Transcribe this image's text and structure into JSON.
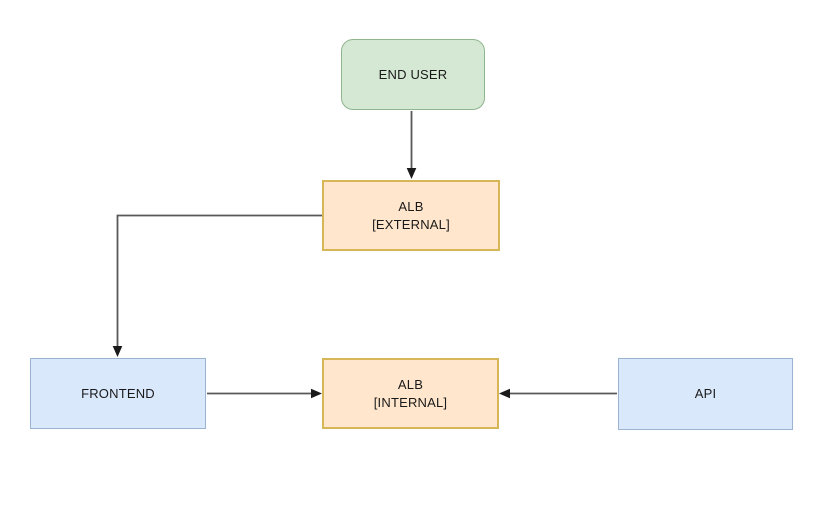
{
  "diagram": {
    "background_color": "#ffffff",
    "text_color": "#1a1a1a",
    "edge_color": "#595959",
    "arrowhead_color": "#1a1a1a",
    "nodes": {
      "end_user": {
        "label": "END USER",
        "shape": "rounded-rectangle",
        "fill": "#d5e8d4",
        "stroke": "#8fb58d"
      },
      "alb_external": {
        "label_line1": "ALB",
        "label_line2": "[EXTERNAL]",
        "shape": "rectangle",
        "fill": "#ffe6cc",
        "stroke": "#d6b656"
      },
      "frontend": {
        "label": "FRONTEND",
        "shape": "rectangle",
        "fill": "#dae8fc",
        "stroke": "#9cb3d2"
      },
      "alb_internal": {
        "label_line1": "ALB",
        "label_line2": "[INTERNAL]",
        "shape": "rectangle",
        "fill": "#ffe6cc",
        "stroke": "#d6b656"
      },
      "api": {
        "label": "API",
        "shape": "rectangle",
        "fill": "#dae8fc",
        "stroke": "#9cb3d2"
      }
    },
    "edges": [
      {
        "from": "END USER",
        "to": "ALB [EXTERNAL]",
        "type": "arrow-down"
      },
      {
        "from": "ALB [EXTERNAL]",
        "to": "FRONTEND",
        "type": "elbow-arrow-left-down"
      },
      {
        "from": "FRONTEND",
        "to": "ALB [INTERNAL]",
        "type": "arrow-right"
      },
      {
        "from": "API",
        "to": "ALB [INTERNAL]",
        "type": "arrow-left"
      }
    ]
  }
}
